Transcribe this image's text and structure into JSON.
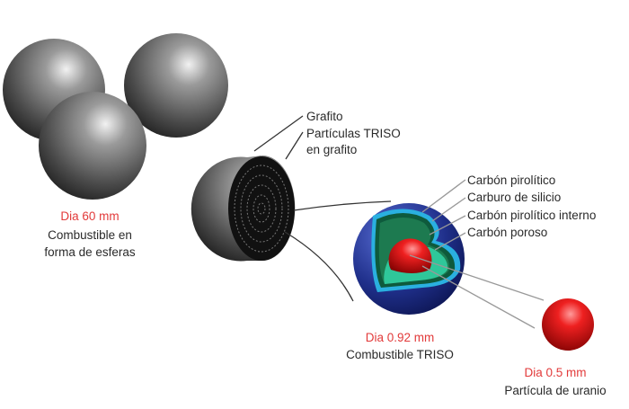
{
  "fuel_spheres": {
    "diameter": "Dia 60 mm",
    "line1": "Combustible en",
    "line2": "forma de esferas"
  },
  "pebble_cut": {
    "labels": [
      "Grafito",
      "Partículas TRISO",
      "en grafito"
    ]
  },
  "triso": {
    "layers": [
      "Carbón pirolítico",
      "Carburo de silicio",
      "Carbón pirolítico interno",
      "Carbón poroso"
    ],
    "diameter": "Dia 0.92 mm",
    "name": "Combustible TRISO"
  },
  "uranium": {
    "diameter": "Dia 0.5 mm",
    "name": "Partícula de uranio"
  },
  "colors": {
    "accent_red": "#e23a3a",
    "graphite": "#555555",
    "outer_shell": "#1f2f8a",
    "sic": "#2ab0e0",
    "buffer": "#2fc79a"
  }
}
